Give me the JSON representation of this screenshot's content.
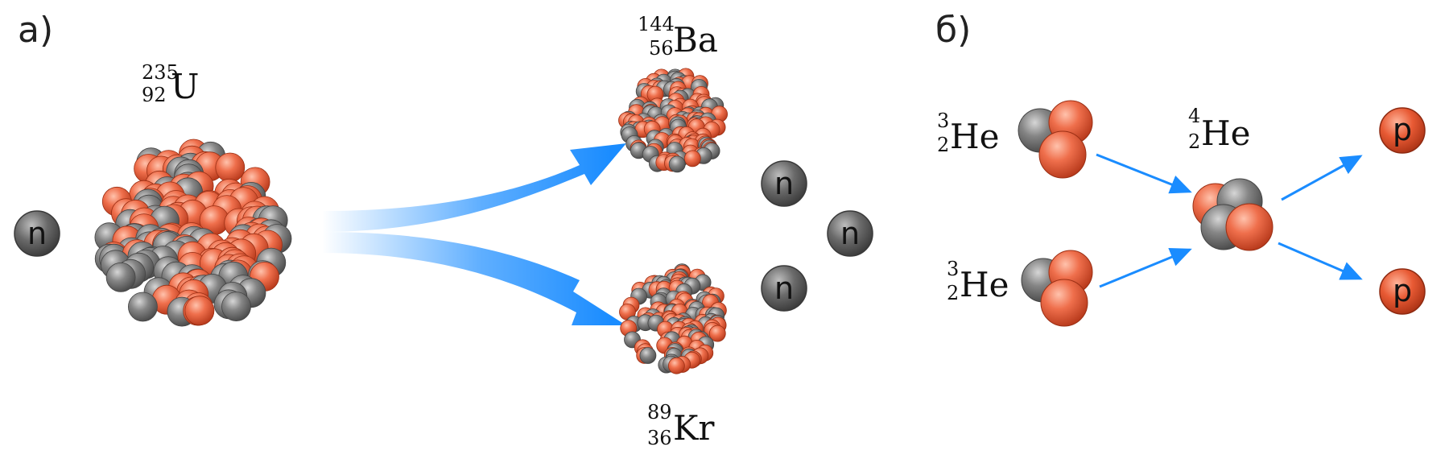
{
  "labels": {
    "part_a": "a)",
    "part_b": "б)"
  },
  "nuclides": {
    "uranium": {
      "symbol": "U",
      "mass": "235",
      "atomic": "92"
    },
    "barium": {
      "symbol": "Ba",
      "mass": "144",
      "atomic": "56"
    },
    "krypton": {
      "symbol": "Kr",
      "mass": "89",
      "atomic": "36"
    },
    "helium3_top": {
      "symbol": "He",
      "mass": "3",
      "atomic": "2"
    },
    "helium3_bottom": {
      "symbol": "He",
      "mass": "3",
      "atomic": "2"
    },
    "helium4": {
      "symbol": "He",
      "mass": "4",
      "atomic": "2"
    }
  },
  "particles": {
    "neutron": "n",
    "proton": "p"
  },
  "colors": {
    "proton": "#e8603c",
    "neutron": "#7d7d7d",
    "arrow": "#1a8cff",
    "neutron_particle": "#5e5e5e",
    "proton_particle": "#e4512b"
  }
}
